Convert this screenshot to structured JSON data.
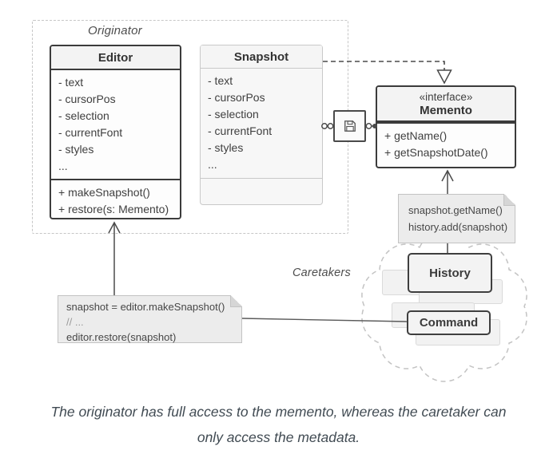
{
  "diagram": {
    "originator_label": "Originator",
    "caretakers_label": "Caretakers"
  },
  "classes": {
    "editor": {
      "title": "Editor",
      "attributes": [
        "- text",
        "- cursorPos",
        "- selection",
        "- currentFont",
        "- styles",
        "..."
      ],
      "methods": [
        "+ makeSnapshot()",
        "+ restore(s: Memento)"
      ]
    },
    "snapshot": {
      "title": "Snapshot",
      "attributes": [
        "- text",
        "- cursorPos",
        "- selection",
        "- currentFont",
        "- styles",
        "..."
      ],
      "methods": []
    },
    "memento": {
      "stereotype": "«interface»",
      "title": "Memento",
      "methods": [
        "+ getName()",
        "+ getSnapshotDate()"
      ]
    },
    "history": {
      "title": "History"
    },
    "command": {
      "title": "Command"
    }
  },
  "notes": {
    "caretaker_note": {
      "lines": [
        "snapshot.getName()",
        "history.add(snapshot)"
      ]
    },
    "originator_note": {
      "lines": [
        "snapshot = editor.makeSnapshot()",
        "// ...",
        "editor.restore(snapshot)"
      ]
    }
  },
  "icons": {
    "save_icon": "floppy-disk"
  },
  "caption": {
    "line1": "The originator has full access to the memento, whereas the caretaker can",
    "line2": "only access the metadata."
  },
  "colors": {
    "border_dark": "#3b3b3b",
    "border_light": "#c9c9c9",
    "section_fill": "#f3f3f3",
    "note_fill": "#ececec",
    "ghost_fill": "#f2f2f2",
    "line": "#4a4a4a",
    "dashed_boundary": "#c6c6c6",
    "caption_text": "#414b53"
  }
}
